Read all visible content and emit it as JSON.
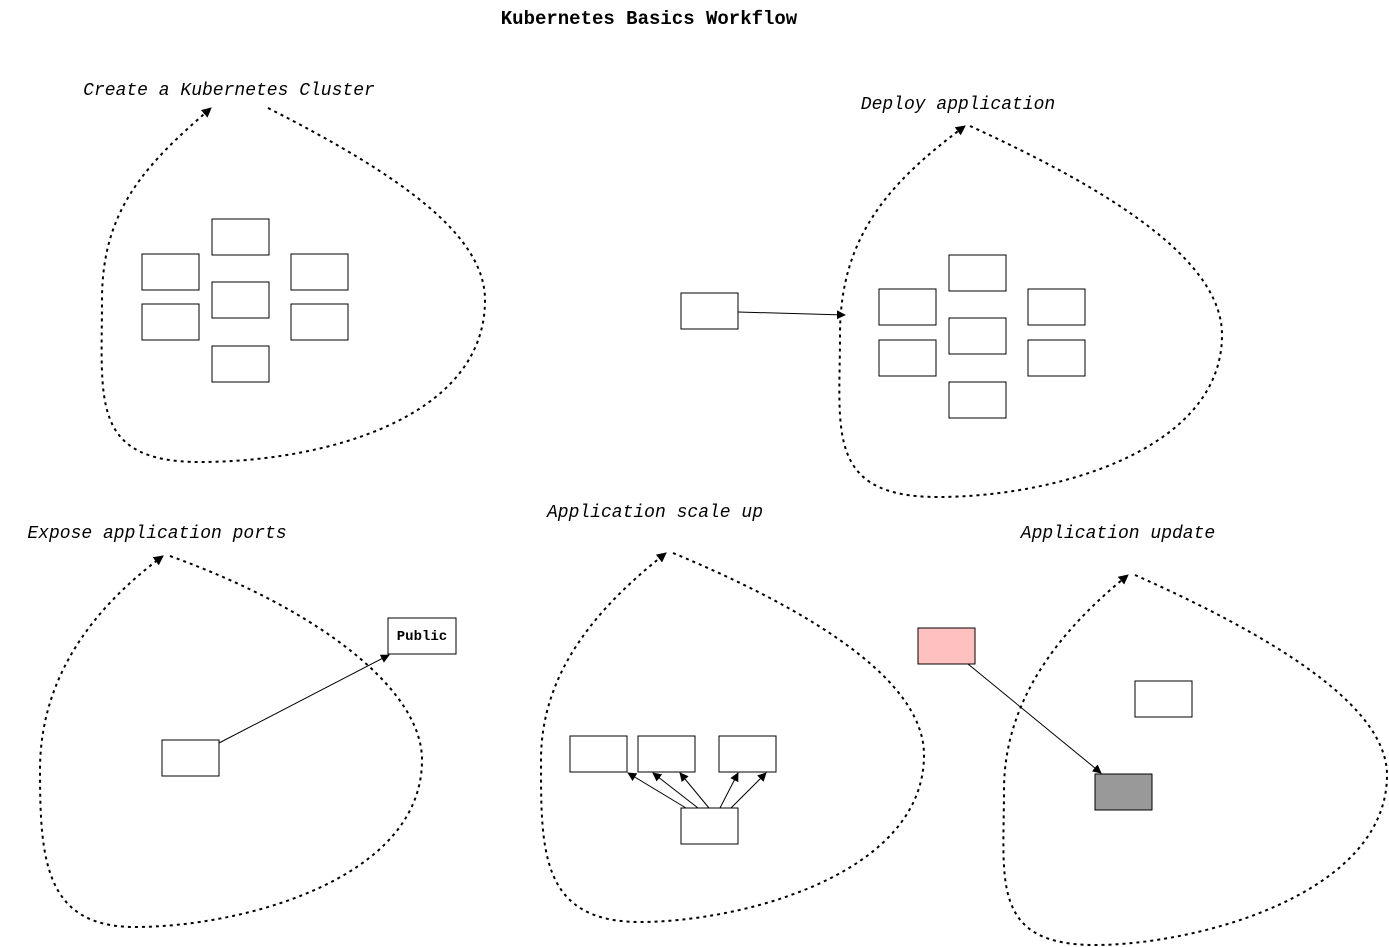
{
  "title": "Kubernetes Basics Workflow",
  "stages": {
    "create_cluster": {
      "label": "Create a Kubernetes Cluster"
    },
    "deploy": {
      "label": "Deploy application"
    },
    "expose": {
      "label": "Expose application ports",
      "public_label": "Public"
    },
    "scale": {
      "label": "Application scale up"
    },
    "update": {
      "label": "Application update",
      "old_version_color": "#999999",
      "new_version_color": "#ffc0c0"
    }
  }
}
